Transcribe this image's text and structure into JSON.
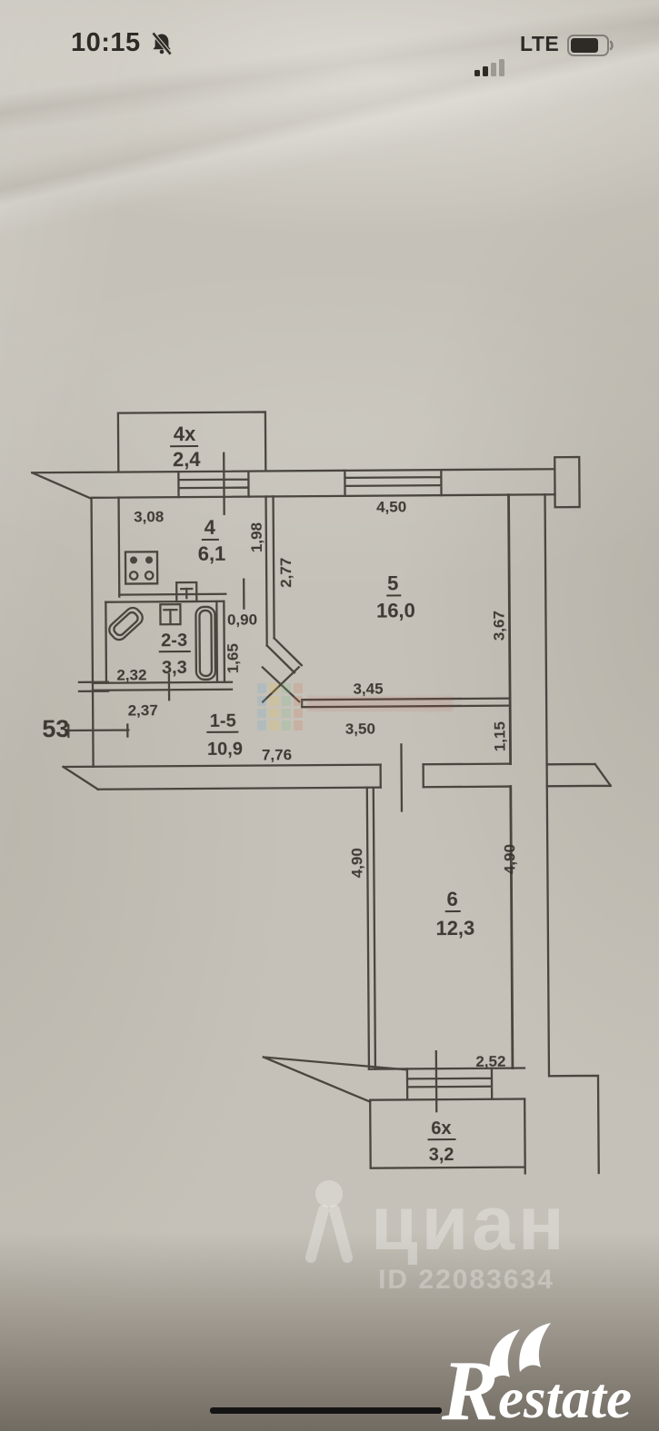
{
  "statusbar": {
    "time": "10:15",
    "network": "LTE"
  },
  "plan": {
    "apartment_no": "53",
    "balcony_top": {
      "id": "4x",
      "area": "2,4"
    },
    "kitchen": {
      "id": "4",
      "area": "6,1",
      "dim_width": "3,08",
      "dim_height": "1,98"
    },
    "passage": {
      "dim_width": "0,90",
      "dim_height": "1,65"
    },
    "bath": {
      "id": "2-3",
      "area": "3,3",
      "dim_width": "2,32",
      "dim_width2": "2,37"
    },
    "hall": {
      "id": "1-5",
      "area": "10,9",
      "dim_length": "7,76",
      "dim_mid": "3,50"
    },
    "room5": {
      "id": "5",
      "area": "16,0",
      "dim_top": "4,50",
      "dim_left": "2,77",
      "dim_right": "3,67",
      "dim_bottom": "3,45",
      "dim_gap": "1,15"
    },
    "room6": {
      "id": "6",
      "area": "12,3",
      "dim_left": "4,90",
      "dim_right": "4,90",
      "dim_bottom": "2,52"
    },
    "balcony_bottom": {
      "id": "6x",
      "area": "3,2"
    }
  },
  "watermarks": {
    "brand": "циан",
    "listing_id": "ID 22083634"
  },
  "footer": {
    "logo_r": "R",
    "logo_rest": "estate"
  },
  "colors": {
    "ink": "#413d36",
    "label": "#35312b",
    "paper": "#c5c1b8",
    "watermark": "rgba(255,255,255,0.30)"
  }
}
